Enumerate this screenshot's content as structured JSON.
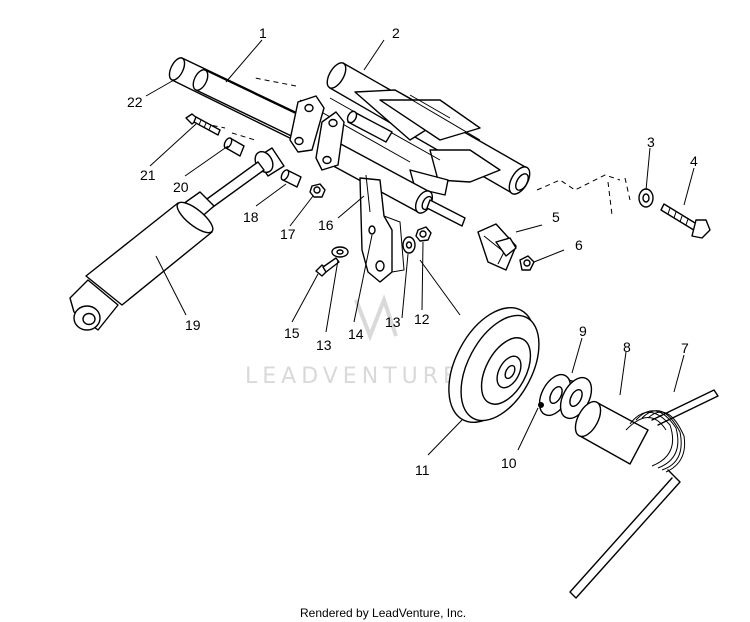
{
  "callouts": [
    {
      "id": "1",
      "label": "1"
    },
    {
      "id": "2",
      "label": "2"
    },
    {
      "id": "3",
      "label": "3"
    },
    {
      "id": "4",
      "label": "4"
    },
    {
      "id": "5",
      "label": "5"
    },
    {
      "id": "6",
      "label": "6"
    },
    {
      "id": "7",
      "label": "7"
    },
    {
      "id": "8",
      "label": "8"
    },
    {
      "id": "9",
      "label": "9"
    },
    {
      "id": "10",
      "label": "10"
    },
    {
      "id": "11",
      "label": "11"
    },
    {
      "id": "12",
      "label": "12"
    },
    {
      "id": "13a",
      "label": "13"
    },
    {
      "id": "13b",
      "label": "13"
    },
    {
      "id": "14",
      "label": "14"
    },
    {
      "id": "15",
      "label": "15"
    },
    {
      "id": "16",
      "label": "16"
    },
    {
      "id": "17",
      "label": "17"
    },
    {
      "id": "18",
      "label": "18"
    },
    {
      "id": "19",
      "label": "19"
    },
    {
      "id": "20",
      "label": "20"
    },
    {
      "id": "21",
      "label": "21"
    },
    {
      "id": "22",
      "label": "22"
    }
  ],
  "watermark": "LEADVENTURE",
  "footer": "Rendered by LeadVenture, Inc."
}
